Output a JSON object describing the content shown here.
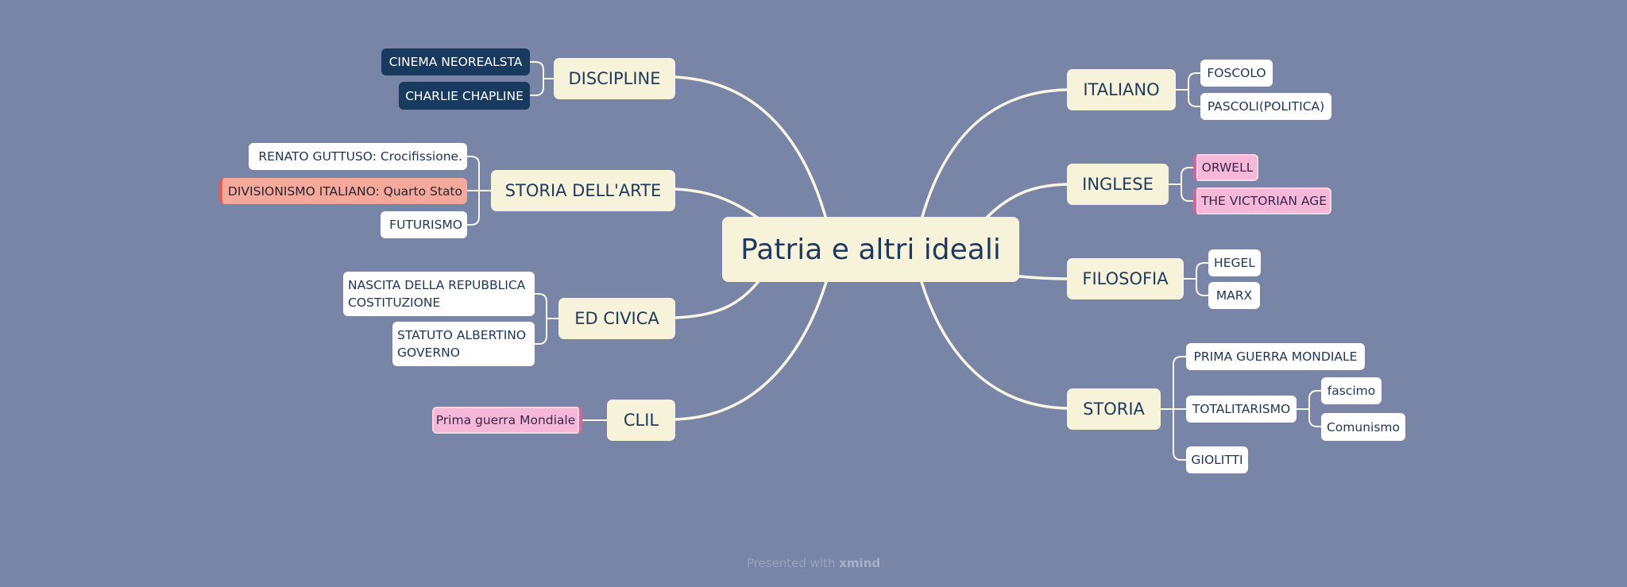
{
  "map": {
    "central": "Patria e altri ideali",
    "topics": {
      "discipline": {
        "label": "DISCIPLINE",
        "children": [
          "CINEMA NEOREALSTA",
          "CHARLIE CHAPLINE"
        ]
      },
      "storia_arte": {
        "label": "STORIA DELL'ARTE",
        "children": [
          "RENATO GUTTUSO: Crocifissione.",
          "DIVISIONISMO ITALIANO: Quarto Stato",
          "FUTURISMO"
        ]
      },
      "ed_civica": {
        "label": "ED CIVICA",
        "children": [
          [
            "NASCITA DELLA REPUBBLICA",
            "COSTITUZIONE"
          ],
          [
            "STATUTO ALBERTINO",
            "GOVERNO"
          ]
        ]
      },
      "clil": {
        "label": "CLIL",
        "children": [
          "Prima guerra Mondiale"
        ]
      },
      "italiano": {
        "label": "ITALIANO",
        "children": [
          "FOSCOLO",
          "PASCOLI(POLITICA)"
        ]
      },
      "inglese": {
        "label": "INGLESE",
        "children": [
          "ORWELL",
          "THE VICTORIAN AGE"
        ]
      },
      "filosofia": {
        "label": "FILOSOFIA",
        "children": [
          "HEGEL",
          "MARX"
        ]
      },
      "storia": {
        "label": "STORIA",
        "children": [
          "PRIMA GUERRA MONDIALE",
          "TOTALITARISMO",
          "GIOLITTI"
        ],
        "totalitarismo_children": [
          "fascimo",
          "Comunismo"
        ]
      }
    }
  },
  "footer": {
    "prefix": "Presented with ",
    "brand": "xmind"
  },
  "colors": {
    "background": "#7885a6",
    "topic_fill": "#f7f2da",
    "connector": "#faf6e4",
    "dark_label": "#193a5f",
    "pink_marker": "#f6b8d9",
    "salmon_marker": "#f4a99b"
  }
}
